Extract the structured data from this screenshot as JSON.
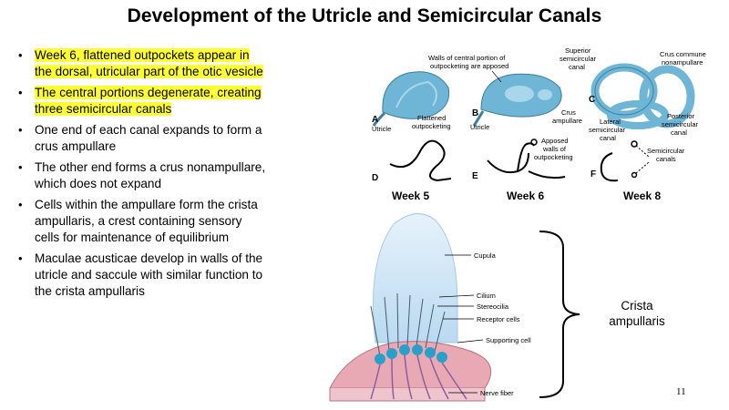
{
  "slide": {
    "title": "Development of the Utricle and Semicircular Canals",
    "page_number": "11"
  },
  "bullets": [
    {
      "text": "Week 6, flattened outpockets appear in the dorsal, utricular part of the otic vesicle",
      "highlighted": true
    },
    {
      "text": "The central portions degenerate, creating three semicircular canals",
      "highlighted": true
    },
    {
      "text": "One end of each canal expands to form a crus ampullare",
      "highlighted": false
    },
    {
      "text": "The other end forms a crus nonampullare, which does not expand",
      "highlighted": false
    },
    {
      "text": "Cells within the ampullare form the crista ampullaris, a crest containing sensory cells for maintenance of equilibrium",
      "highlighted": false
    },
    {
      "text": "Maculae acusticae develop in walls of the utricle and saccule with similar function to the crista ampullaris",
      "highlighted": false
    }
  ],
  "figure_top": {
    "panel_letters": [
      "A",
      "B",
      "C",
      "D",
      "E",
      "F"
    ],
    "labels": {
      "walls_central_1": "Walls of central portion of",
      "walls_central_2": "outpocketing are apposed",
      "superior_1": "Superior",
      "superior_2": "semicircular",
      "superior_3": "canal",
      "crus_commune_1": "Crus commune",
      "crus_commune_2": "nonampullare",
      "flattened_1": "Flattened",
      "flattened_2": "outpocketing",
      "utricle_a": "Utricle",
      "utricle_b": "Utricle",
      "crus_amp_1": "Crus",
      "crus_amp_2": "ampullare",
      "lateral_1": "Lateral",
      "lateral_2": "semicircular",
      "lateral_3": "canal",
      "posterior_1": "Posterior",
      "posterior_2": "semicircular",
      "posterior_3": "canal",
      "apposed_1": "Apposed",
      "apposed_2": "walls of",
      "apposed_3": "outpocketing",
      "semicircular_canals_1": "Semicircular",
      "semicircular_canals_2": "canals"
    },
    "weeks": [
      "Week 5",
      "Week 6",
      "Week 8"
    ]
  },
  "figure_bottom": {
    "labels": {
      "cupula": "Cupula",
      "cilium": "Cilium",
      "stereocilia": "Stereocilia",
      "receptor_cells": "Receptor cells",
      "supporting_cell": "Supporting cell",
      "nerve_fiber": "Nerve fiber"
    },
    "brace_label": "Crista ampullaris"
  },
  "colors": {
    "highlight": "#ffff33",
    "tissue_blue": "#6fb6d6",
    "cupula": "#cfe6f5",
    "receptor": "#2aa0c8",
    "epithelium_pink": "#e8a9b5",
    "nerve": "#8a5fa0"
  }
}
